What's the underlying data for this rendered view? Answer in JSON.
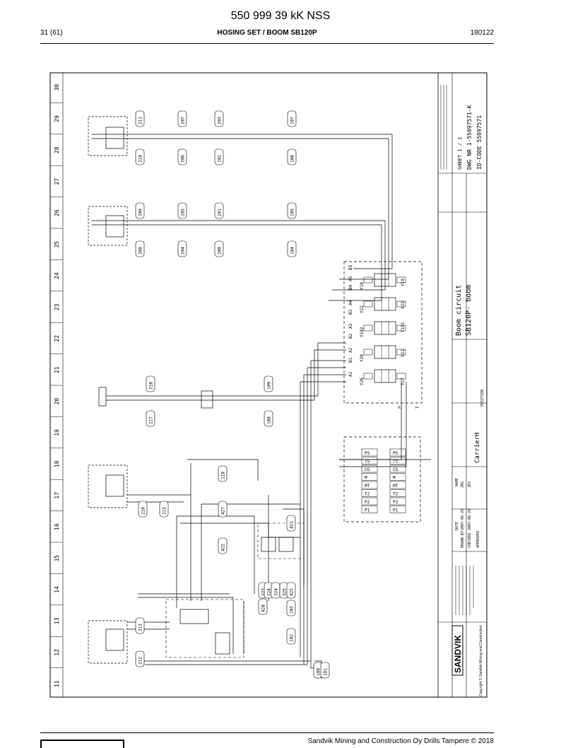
{
  "header": {
    "doc_number": "550 999 39 kK NSS",
    "page": "31 (61)",
    "section_title": "HOSING SET / BOOM SB120P",
    "date_code": "180122"
  },
  "drawing": {
    "grid_numbers": [
      "11",
      "12",
      "13",
      "14",
      "15",
      "16",
      "17",
      "18",
      "19",
      "20",
      "21",
      "22",
      "23",
      "24",
      "25",
      "26",
      "27",
      "28",
      "29",
      "30"
    ],
    "title_block": {
      "title_line1": "Boom circuit",
      "title_line2": "SB120P- boom",
      "carrier": "CarrierH",
      "position_label": "POSITION",
      "sheet": "SHEET 1 / 1",
      "dwg_nr": "DWG NR 1-55097571-K",
      "id_code": "ID-CODE 55097571",
      "name_label": "NAME",
      "date_label": "DATE",
      "drawn_by_label": "DRAWN BY",
      "drawn_date": "2007-08-29",
      "drawn_name": "JRG",
      "checked_label": "CHECKED",
      "checked_date": "2007-08-29",
      "checked_name": "JEV",
      "approved_label": "APPROVED",
      "brand": "SANDVIK",
      "copyright": "Copyright © Sandvik Mining and Construction"
    },
    "valve_ports_top": [
      "A1",
      "B1",
      "A2",
      "B2",
      "A3",
      "B3",
      "A4",
      "B4",
      "A5",
      "B5"
    ],
    "valve_coils": [
      "Y26",
      "Y27",
      "Y20",
      "Y21",
      "Y102",
      "Y101",
      "Y22",
      "Y23",
      "Y18",
      "Y19"
    ],
    "pt_labels": [
      "P",
      "T"
    ],
    "connector_pins": [
      "P5",
      "T5",
      "CG",
      "M",
      "MT",
      "T2",
      "P2",
      "P1"
    ],
    "hose_numbers_top": [
      "211",
      "210",
      "207",
      "206",
      "203",
      "202",
      "107",
      "106",
      "209",
      "208",
      "205",
      "204",
      "201",
      "200",
      "105",
      "104"
    ],
    "hose_numbers_mid": [
      "218",
      "217",
      "109",
      "108",
      "110",
      "427",
      "216",
      "215",
      "422",
      "421",
      "428",
      "223",
      "224",
      "324",
      "325",
      "425",
      "103",
      "102",
      "213",
      "212",
      "100",
      "101"
    ],
    "small_labels": [
      "2",
      "1"
    ]
  },
  "footer": {
    "company": "Sandvik Mining and Construction Oy Drills Tampere © 2018"
  }
}
